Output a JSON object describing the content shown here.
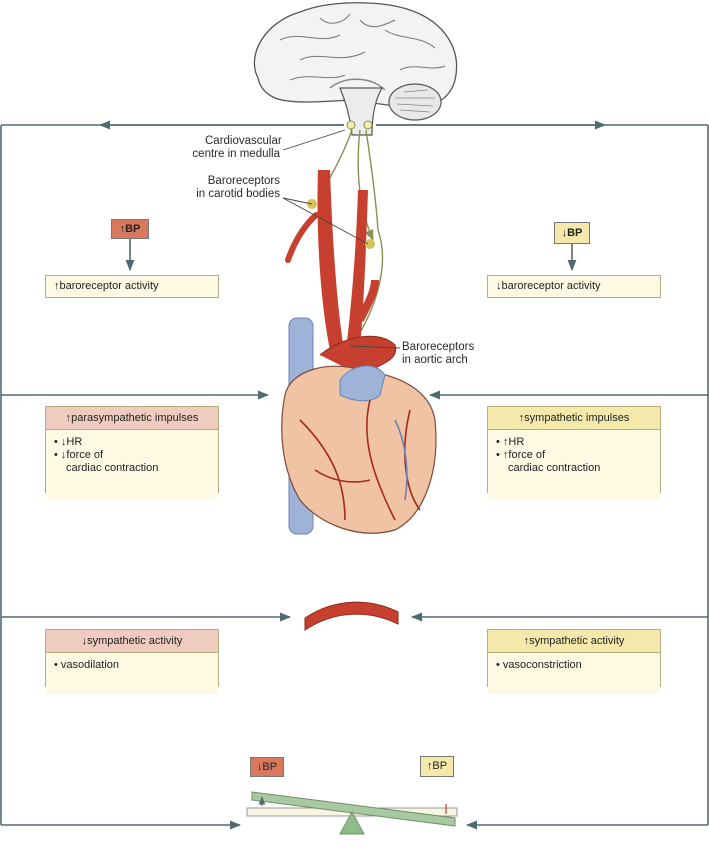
{
  "labels": {
    "cv_centre_1": "Cardiovascular",
    "cv_centre_2": "centre in medulla",
    "baro_carotid_1": "Baroreceptors",
    "baro_carotid_2": "in carotid bodies",
    "baro_aortic_1": "Baroreceptors",
    "baro_aortic_2": "in aortic arch"
  },
  "left": {
    "bp_arrow": "↑",
    "bp": "BP",
    "receptor": {
      "arrow": "↑",
      "text": "baroreceptor activity"
    },
    "heart_box": {
      "header_arrow": "↑",
      "header": "parasympathetic impulses",
      "lines": [
        {
          "bullet": "•",
          "arrow": "↓",
          "text": "HR"
        },
        {
          "bullet": "•",
          "arrow": "↓",
          "text": "force of"
        }
      ],
      "cont": "cardiac contraction"
    },
    "vessel_box": {
      "header_arrow": "↓",
      "header": "sympathetic activity",
      "line": {
        "bullet": "•",
        "text": "vasodilation"
      }
    }
  },
  "right": {
    "bp_arrow": "↓",
    "bp": "BP",
    "receptor": {
      "arrow": "↓",
      "text": "baroreceptor activity"
    },
    "heart_box": {
      "header_arrow": "↑",
      "header": "sympathetic impulses",
      "lines": [
        {
          "bullet": "•",
          "arrow": "↑",
          "text": "HR"
        },
        {
          "bullet": "•",
          "arrow": "↑",
          "text": "force of"
        }
      ],
      "cont": "cardiac contraction"
    },
    "vessel_box": {
      "header_arrow": "↑",
      "header": "sympathetic activity",
      "line": {
        "bullet": "•",
        "text": "vasoconstriction"
      }
    }
  },
  "balance": {
    "left_arrow": "↓",
    "left": "BP",
    "right_arrow": "↑",
    "right": "BP"
  },
  "colors": {
    "line": "#4f6b70",
    "pink_header": "#efccbf",
    "yellow_header": "#f4e9ab",
    "box_body": "#fdf9e2",
    "bp_red": "#d9785c",
    "artery": "#c7402f",
    "vein": "#9fb3d8"
  }
}
